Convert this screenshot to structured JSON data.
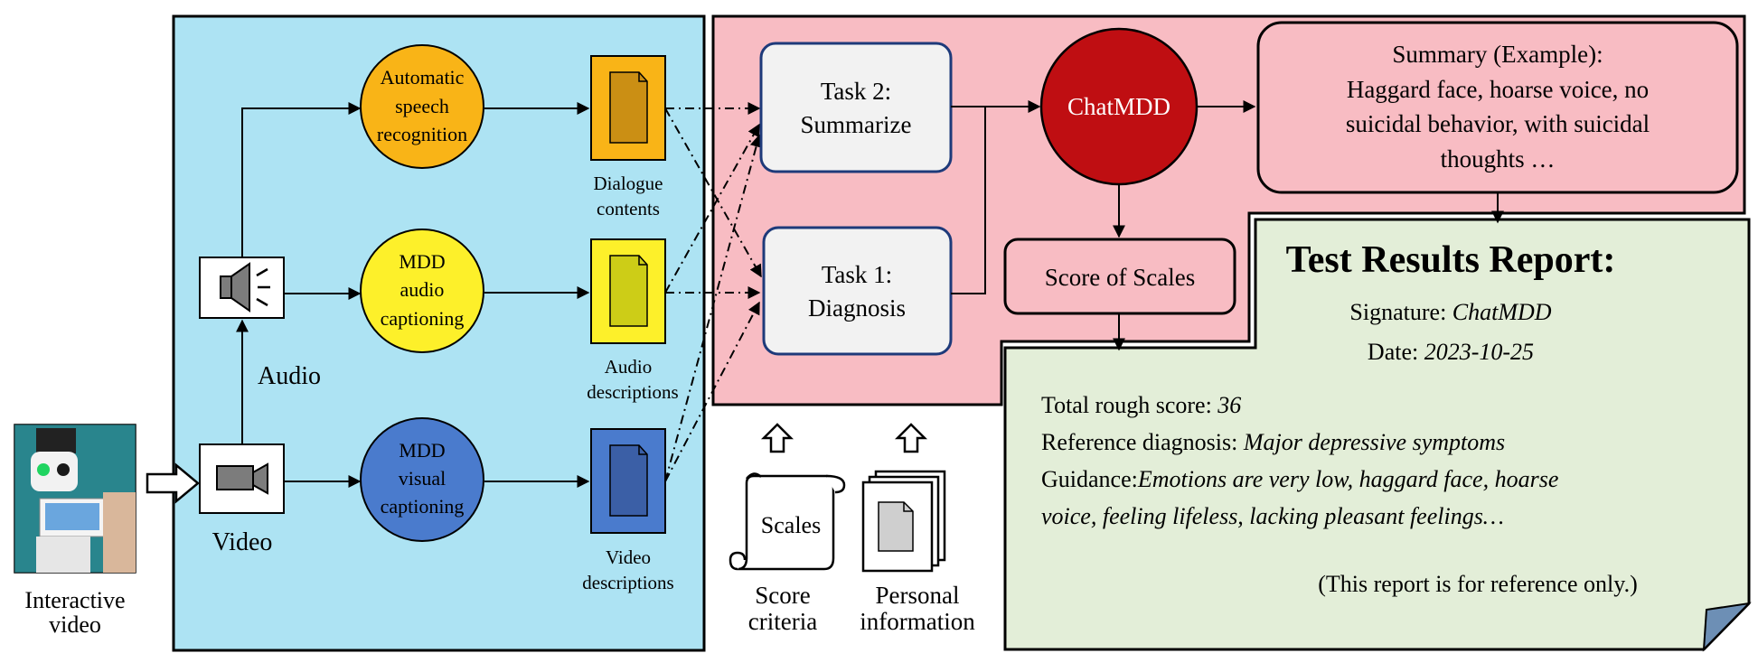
{
  "colors": {
    "blue_panel": "#ade3f3",
    "pink_panel": "#f8bcc3",
    "report_panel": "#e3eed8",
    "asr": "#f9b417",
    "audio_cap": "#fdf02a",
    "visual_cap": "#4a7bcd",
    "doc_orange": "#cb8f14",
    "doc_yellow": "#cdcd17",
    "doc_blue": "#3b5fa6",
    "chatmdd": "#bf0e12"
  },
  "input": {
    "label_line1": "Interactive",
    "label_line2": "video"
  },
  "nodes": {
    "audio_label": "Audio",
    "video_label": "Video",
    "asr": [
      "Automatic",
      "speech",
      "recognition"
    ],
    "audio_captioning": [
      "MDD",
      "audio",
      "captioning"
    ],
    "visual_captioning": [
      "MDD",
      "visual",
      "captioning"
    ],
    "dialogue": [
      "Dialogue",
      "contents"
    ],
    "audio_desc": [
      "Audio",
      "descriptions"
    ],
    "video_desc": [
      "Video",
      "descriptions"
    ]
  },
  "tasks": {
    "task2": [
      "Task 2:",
      "Summarize"
    ],
    "task1": [
      "Task 1:",
      "Diagnosis"
    ],
    "chatmdd": "ChatMDD",
    "score_of_scales": "Score of Scales"
  },
  "summary": {
    "title": "Summary (Example):",
    "lines": [
      "Haggard face, hoarse voice, no",
      "suicidal behavior, with suicidal",
      "thoughts …"
    ]
  },
  "criteria": {
    "scales_label": "Scales",
    "score_criteria": [
      "Score",
      "criteria"
    ],
    "personal_info": [
      "Personal",
      "information"
    ]
  },
  "report": {
    "title": "Test Results Report:",
    "signature_label": "Signature: ",
    "signature_value": "ChatMDD",
    "date_label": "Date: ",
    "date_value": "2023-10-25",
    "total_label": "Total rough score: ",
    "total_value": "36",
    "reference_label": "Reference diagnosis: ",
    "reference_value": "Major depressive symptoms",
    "guidance_label": "Guidance:",
    "guidance_value_line1": "Emotions are very low, haggard face, hoarse",
    "guidance_value_line2": "voice, feeling lifeless, lacking pleasant feelings…",
    "disclaimer": "(This report is for reference only.)"
  }
}
